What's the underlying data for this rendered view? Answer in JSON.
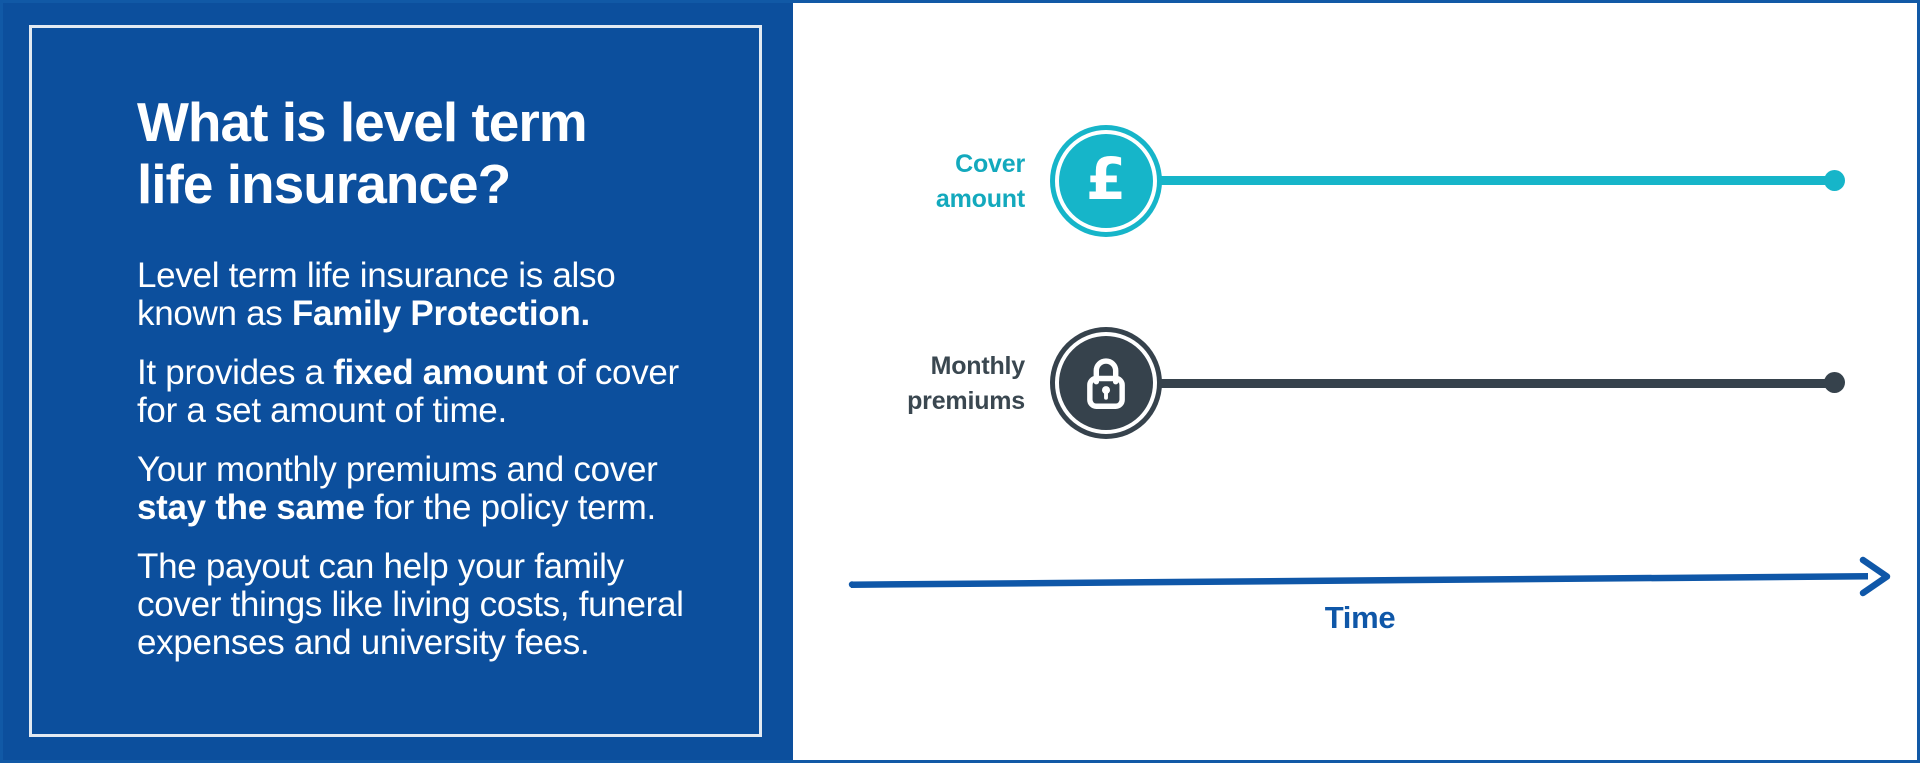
{
  "meta": {
    "description": "Infographic explaining level term life insurance with a flat cover-amount and flat monthly-premium line over time"
  },
  "colors": {
    "panel_blue": "#0C4F9D",
    "outer_border_blue": "#1159A6",
    "inner_border_white": "#E3EAF2",
    "teal_accent": "#16B5C9",
    "teal_text": "#13A9BD",
    "charcoal_accent": "#36424C",
    "charcoal_text": "#3A4750",
    "axis_blue": "#0F57A8"
  },
  "left_panel": {
    "title": "What is level term\nlife insurance?",
    "paragraphs": [
      {
        "pre": "Level term life insurance is also\nknown as ",
        "bold": "Family Protection.",
        "post": ""
      },
      {
        "pre": "It provides a ",
        "bold": "fixed amount",
        "post": " of cover\nfor a set amount of time."
      },
      {
        "pre": "Your monthly premiums and cover\n",
        "bold": "stay the same",
        "post": " for the policy term."
      },
      {
        "pre": "The payout can help your family\ncover things like living costs, funeral\nexpenses and university fees.",
        "bold": "",
        "post": ""
      }
    ]
  },
  "diagram": {
    "rows": [
      {
        "label": "Cover\namount",
        "icon": "pound-icon",
        "symbol": "£",
        "trend": "flat"
      },
      {
        "label": "Monthly\npremiums",
        "icon": "lock-icon",
        "trend": "flat"
      }
    ],
    "axis_label": "Time"
  },
  "chart_data": {
    "type": "line",
    "xlabel": "Time",
    "series": [
      {
        "name": "Cover amount",
        "trend": "flat",
        "color": "#16B5C9"
      },
      {
        "name": "Monthly premiums",
        "trend": "flat",
        "color": "#36424C"
      }
    ],
    "legend_position": "left-of-lines",
    "grid": false
  }
}
